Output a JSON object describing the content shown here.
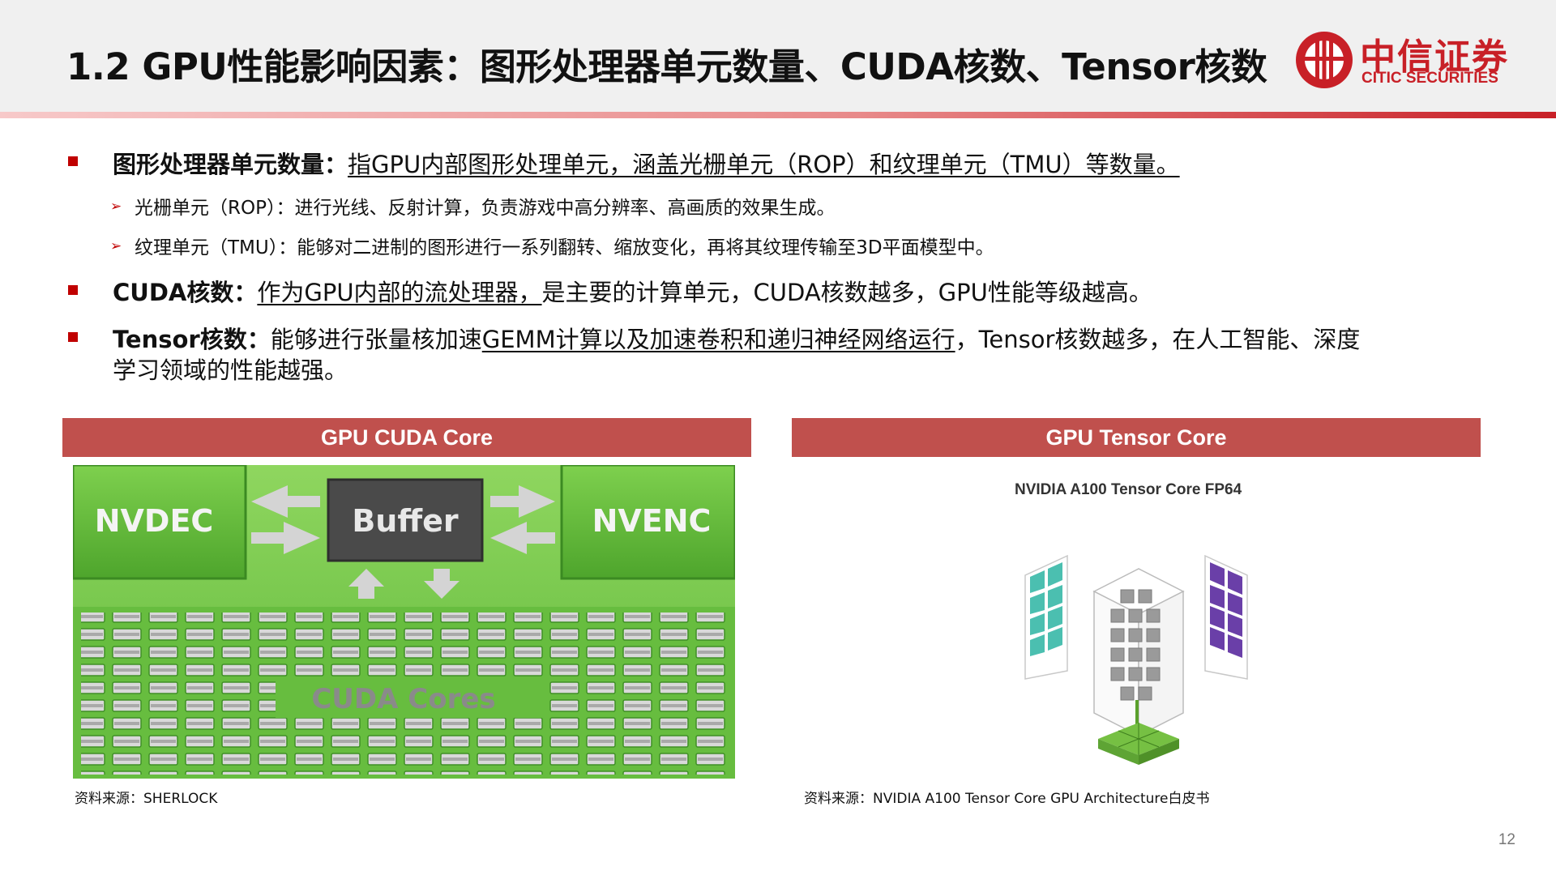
{
  "header": {
    "title": "1.2 GPU性能影响因素：图形处理器单元数量、CUDA核数、Tensor核数",
    "logo_cn": "中信证券",
    "logo_en": "CITIC SECURITIES"
  },
  "bullets": [
    {
      "term": "图形处理器单元数量：",
      "text": "指GPU内部图形处理单元，涵盖光栅单元（ROP）和纹理单元（TMU）等数量。",
      "subs": [
        "光栅单元（ROP）：进行光线、反射计算，负责游戏中高分辨率、高画质的效果生成。",
        "纹理单元（TMU）：能够对二进制的图形进行一系列翻转、缩放变化，再将其纹理传输至3D平面模型中。"
      ]
    },
    {
      "term": "CUDA核数：",
      "text_underlined": "作为GPU内部的流处理器，",
      "text_rest": "是主要的计算单元，CUDA核数越多，GPU性能等级越高。"
    },
    {
      "term": "Tensor核数：",
      "text_a": "能够进行张量核加速",
      "text_underlined": "GEMM计算以及加速卷积和递归神经网络运行",
      "text_b": "，Tensor核数越多，在人工智能、深度",
      "text_line2": "学习领域的性能越强。"
    }
  ],
  "panels": {
    "left": {
      "title": "GPU CUDA Core",
      "labels": {
        "nvdec": "NVDEC",
        "buffer": "Buffer",
        "nvenc": "NVENC",
        "cores": "CUDA Cores"
      },
      "source": "资料来源：SHERLOCK"
    },
    "right": {
      "title": "GPU Tensor Core",
      "caption": "NVIDIA A100 Tensor Core FP64",
      "source": "资料来源：NVIDIA A100 Tensor Core GPU Architecture白皮书"
    }
  },
  "page_number": "12",
  "colors": {
    "brand_red": "#c82027",
    "bar_red": "#c0504d",
    "bullet_red": "#c00000",
    "gpu_green": "#6cc24a"
  }
}
